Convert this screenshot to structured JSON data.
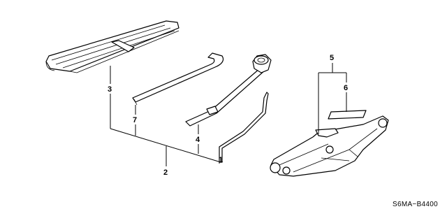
{
  "callouts": {
    "c1": "1",
    "c2": "2",
    "c3": "3",
    "c4": "4",
    "c5": "5",
    "c6": "6",
    "c7": "7"
  },
  "diagram_code": "S6MA−B4400"
}
